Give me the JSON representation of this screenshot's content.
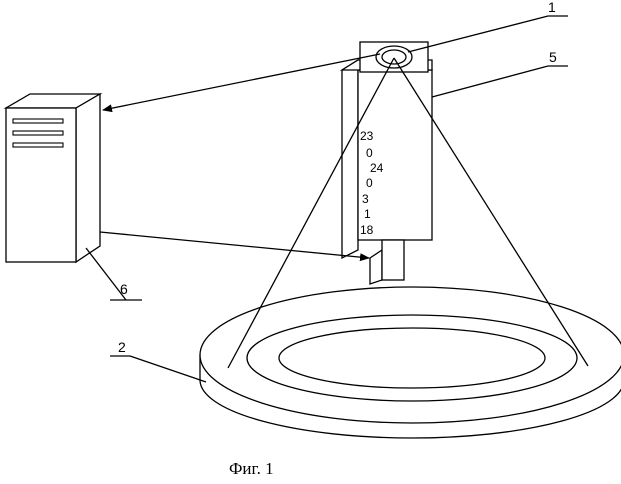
{
  "diagram": {
    "display_digits": [
      "23",
      "0",
      "24",
      "0",
      "3",
      "1",
      "18"
    ],
    "labels": {
      "camera": "1",
      "disk": "2",
      "display_unit": "5",
      "computer": "6"
    },
    "caption": "Фиг. 1"
  }
}
